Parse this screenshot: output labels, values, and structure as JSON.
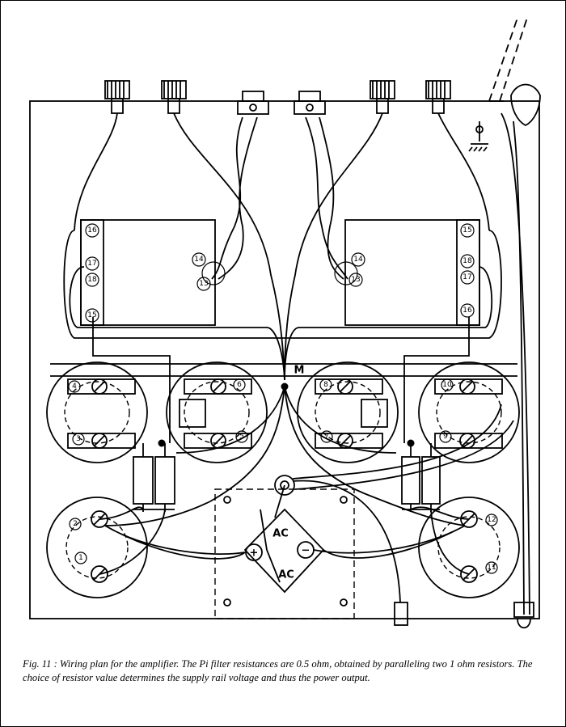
{
  "diagram": {
    "node_labels": {
      "left_board": [
        "16",
        "17",
        "18",
        "15",
        "14",
        "13"
      ],
      "right_board": [
        "15",
        "18",
        "17",
        "16",
        "14",
        "13"
      ],
      "transistors_upper": [
        "4",
        "3",
        "6",
        "5",
        "8",
        "7",
        "10",
        "9"
      ],
      "transistors_lower": [
        "2",
        "1",
        "12",
        "11"
      ]
    },
    "star_point_label": "M",
    "rectifier": {
      "ac_top": "AC",
      "ac_bottom": "AC",
      "plus": "+",
      "minus": "−"
    }
  },
  "caption": "Fig. 11 : Wiring plan for the amplifier. The Pi filter resistances are 0.5 ohm, obtained by paralleling two 1 ohm resistors. The choice of resistor value determines the supply rail voltage and thus the power output."
}
